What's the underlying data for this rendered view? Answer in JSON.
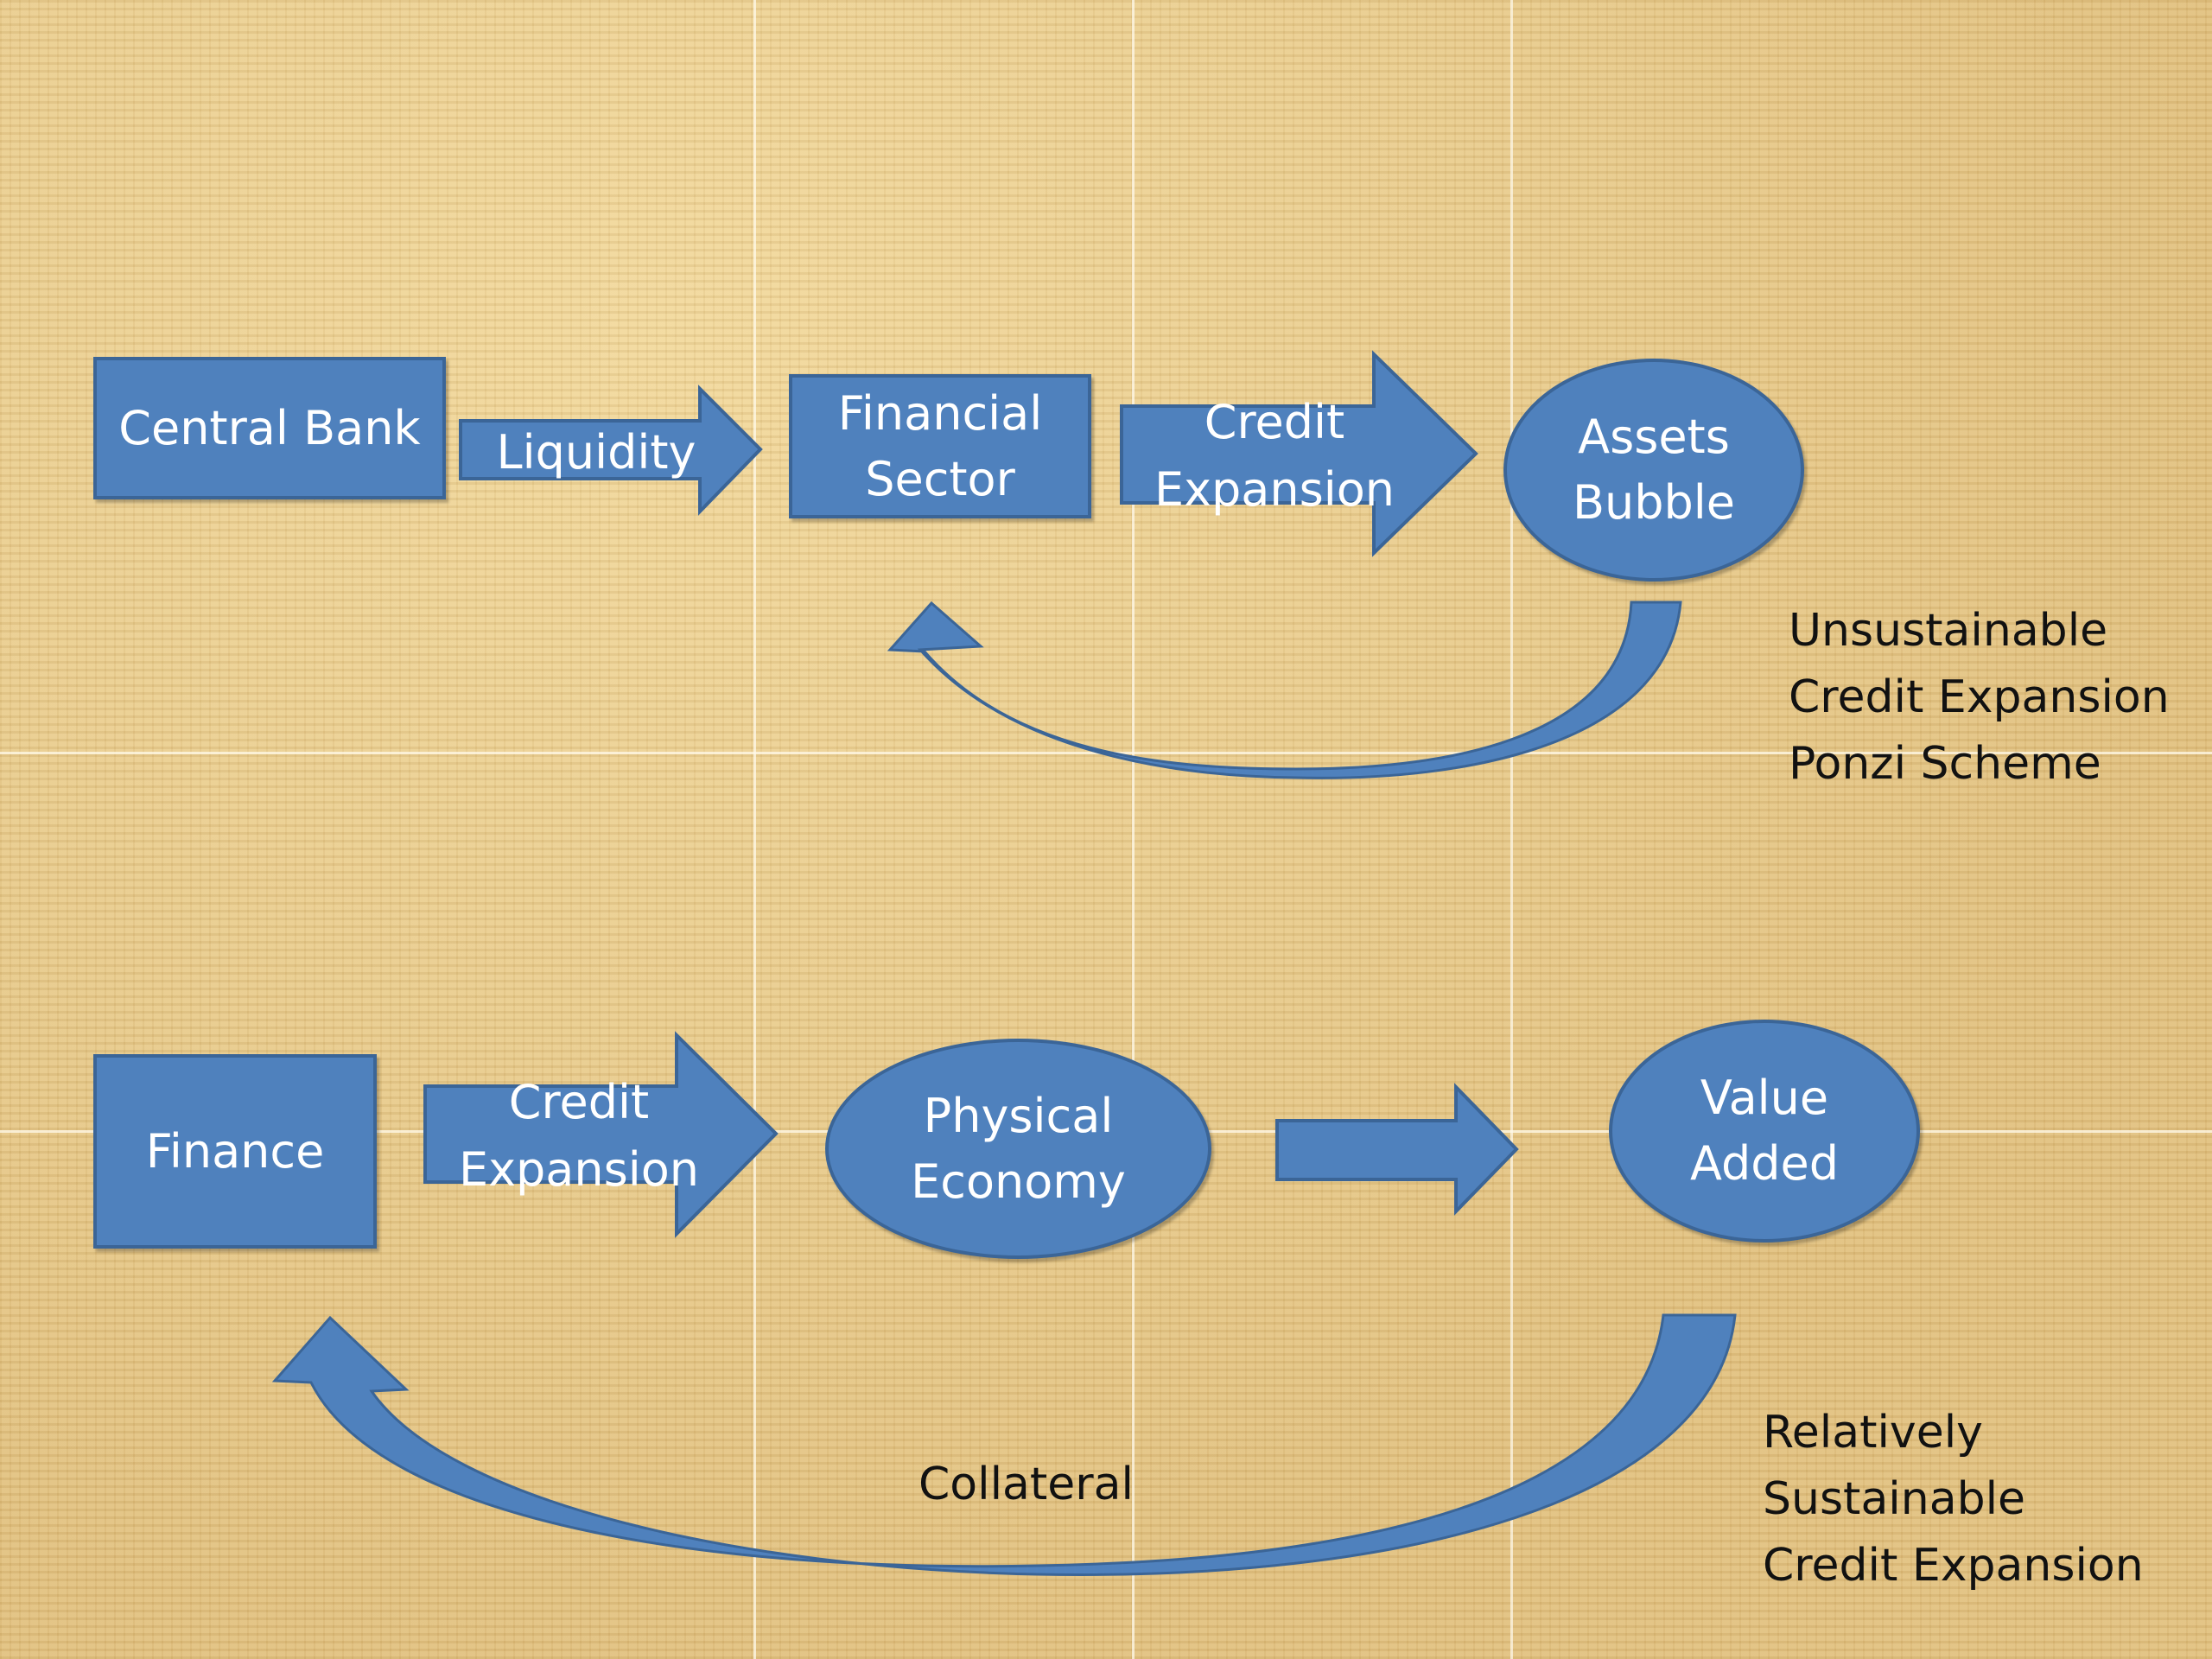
{
  "top_flow": {
    "central_bank": "Central Bank",
    "liquidity": "Liquidity",
    "financial_sector": "Financial\nSector",
    "credit_expansion": "Credit\nExpansion",
    "assets_bubble": "Assets\nBubble",
    "note": "Unsustainable\nCredit Expansion\nPonzi Scheme"
  },
  "bottom_flow": {
    "finance": "Finance",
    "credit_expansion": "Credit\nExpansion",
    "physical_economy": "Physical\nEconomy",
    "value_added": "Value\nAdded",
    "collateral": "Collateral",
    "note": "Relatively\nSustainable\nCredit Expansion"
  },
  "colors": {
    "shape_fill": "#4f81bd",
    "shape_border": "#3b6597",
    "background": "#e4c585"
  }
}
